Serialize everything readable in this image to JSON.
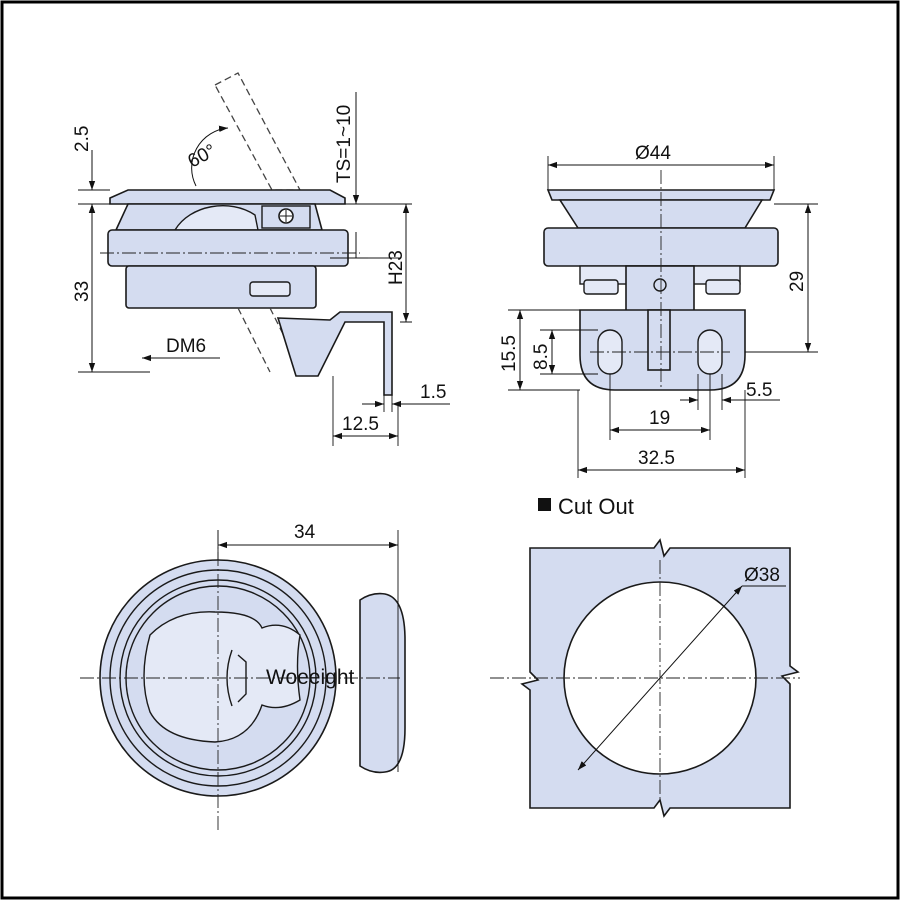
{
  "top_view": {
    "dim_tilt_angle": "60°",
    "dim_thickness_range": "TS=1~10",
    "dim_flange": "2.5",
    "dim_overall_height": "33",
    "dim_h": "H23",
    "dim_thread": "DM6",
    "dim_sheet": "1.5",
    "dim_offset": "12.5"
  },
  "side_view": {
    "dim_diameter": "Ø44",
    "dim_height": "29",
    "dim_slot_height": "15.5",
    "dim_slot_length": "8.5",
    "dim_slot_pitch": "19",
    "dim_slot_width": "5.5",
    "dim_bracket_width": "32.5"
  },
  "front_view": {
    "dim_width": "34",
    "watermark": "Woeeight"
  },
  "cut_out": {
    "title": "Cut Out",
    "dim_diameter": "Ø38"
  },
  "colors": {
    "part_fill": "#d4dcf0",
    "line": "#1a1a1a"
  }
}
